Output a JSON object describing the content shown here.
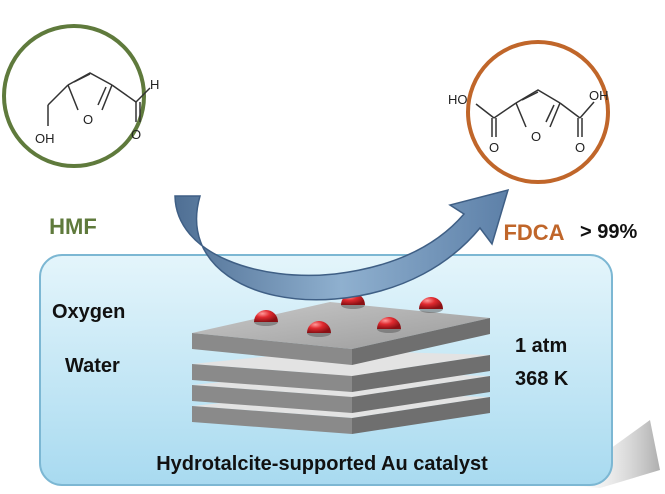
{
  "reactant": {
    "name": "HMF",
    "color": "#5f7a3c",
    "atoms": {
      "oh": "OH",
      "o_ring": "O",
      "o_carbonyl": "O",
      "h": "H"
    }
  },
  "product": {
    "name": "FDCA",
    "color": "#c0662a",
    "yield": "> 99%",
    "atoms": {
      "ho_left": "HO",
      "oh_right": "OH",
      "o_ring": "O",
      "o_left": "O",
      "o_right": "O"
    }
  },
  "conditions": {
    "reagent": "Oxygen",
    "solvent": "Water",
    "pressure": "1 atm",
    "temperature": "368 K"
  },
  "catalyst": {
    "label": "Hydrotalcite-supported Au catalyst"
  },
  "colors": {
    "panel": "#c8e9f6",
    "panel_border": "#7cb7d3",
    "arrow": "#6c8fb4",
    "sheet": "#8e8e8e",
    "particle": "#d8262b"
  }
}
